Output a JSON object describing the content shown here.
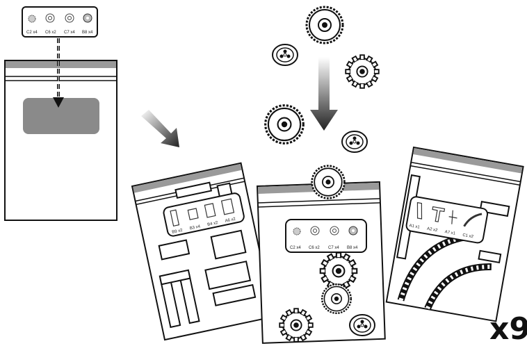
{
  "top_parts_card": {
    "labels": [
      "C2 x4",
      "C6 x2",
      "C7 x4",
      "B8 x4"
    ]
  },
  "left_bag_card": {
    "labels": [
      "B9 x2",
      "B3 x4",
      "B4 x2",
      "A6 x2"
    ]
  },
  "center_bag_card": {
    "labels": [
      "C2 x4",
      "C6 x2",
      "C7 x4",
      "B8 x4"
    ]
  },
  "right_bag_card": {
    "labels": [
      "A1 x1",
      "A2 x2",
      "A7 x1",
      "C1 x2"
    ]
  },
  "multiplier": "x9",
  "colors": {
    "ink": "#111111",
    "bag_strip": "#9a9a9a",
    "bag_window": "#8a8a8a",
    "paper": "#ffffff"
  }
}
